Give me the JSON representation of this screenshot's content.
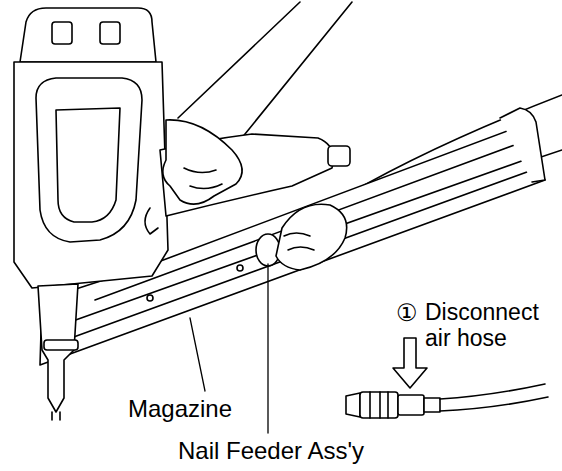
{
  "diagram": {
    "labels": [
      "①",
      "Disconnect air hose",
      "Magazine",
      "Nail Feeder Ass'y"
    ]
  }
}
